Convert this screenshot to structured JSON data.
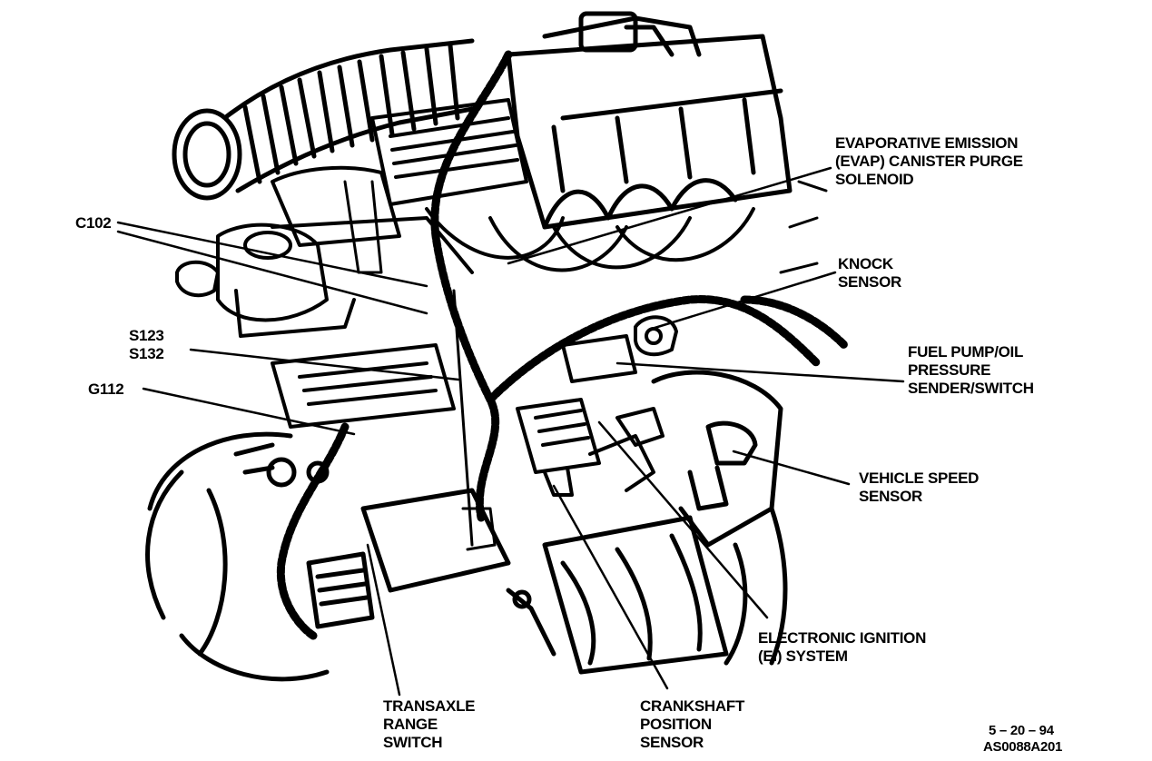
{
  "labels": {
    "evap": [
      "EVAPORATIVE EMISSION",
      "(EVAP) CANISTER PURGE",
      "SOLENOID"
    ],
    "c102": [
      "C102"
    ],
    "knock": [
      "KNOCK",
      "SENSOR"
    ],
    "s123": [
      "S123",
      "S132"
    ],
    "fuel_pump": [
      "FUEL PUMP/OIL",
      "PRESSURE",
      "SENDER/SWITCH"
    ],
    "g112": [
      "G112"
    ],
    "vss": [
      "VEHICLE SPEED",
      "SENSOR"
    ],
    "ei": [
      "ELECTRONIC IGNITION",
      "(EI) SYSTEM"
    ],
    "transaxle": [
      "TRANSAXLE",
      "RANGE",
      "SWITCH"
    ],
    "ckp": [
      "CRANKSHAFT",
      "POSITION",
      "SENSOR"
    ],
    "code": [
      "5 – 20 – 94",
      "AS0088A201"
    ]
  },
  "colors": {
    "ink": "#000000",
    "paper": "#ffffff"
  }
}
